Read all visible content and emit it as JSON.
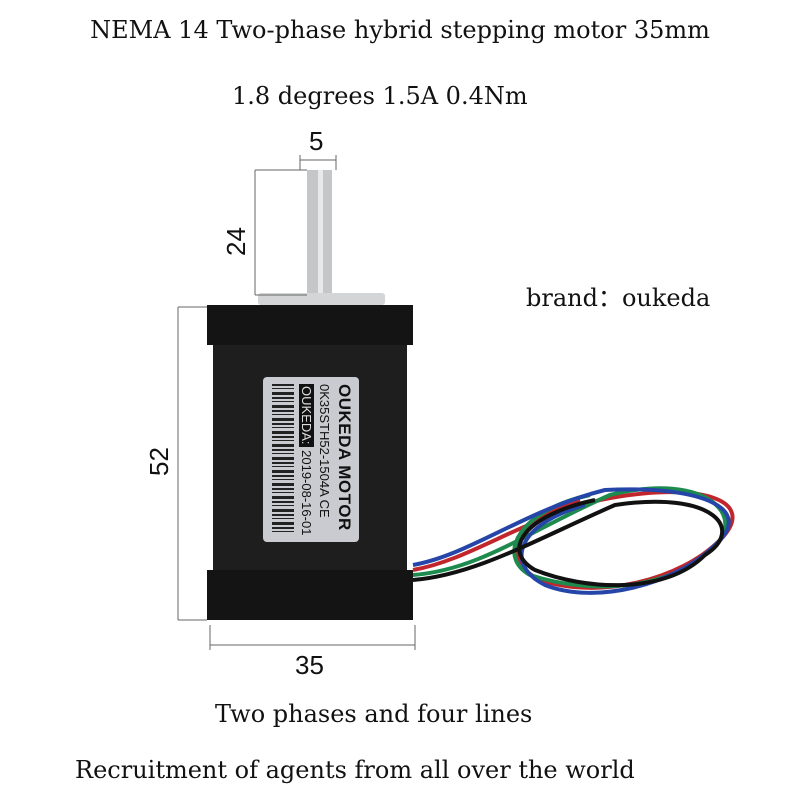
{
  "title": "NEMA 14 Two-phase hybrid stepping motor 35mm",
  "specs": "1.8 degrees 1.5A 0.4Nm",
  "brand": "brand：oukeda",
  "dimensions": {
    "shaft_diameter": "5",
    "shaft_length": "24",
    "body_height": "52",
    "body_width": "35"
  },
  "motor_label": {
    "line1": "OUKEDA MOTOR",
    "model": "0K35STH52-1504A",
    "ce": "CE",
    "date_prefix": "OUKEDA:",
    "date": "2019-08-16-01"
  },
  "caption1": "Two phases and four lines",
  "caption2": "Recruitment of agents from all over the world",
  "colors": {
    "body": "#141414",
    "wires": [
      "#c0262b",
      "#1d8a4e",
      "#2546a8",
      "#111111"
    ]
  }
}
